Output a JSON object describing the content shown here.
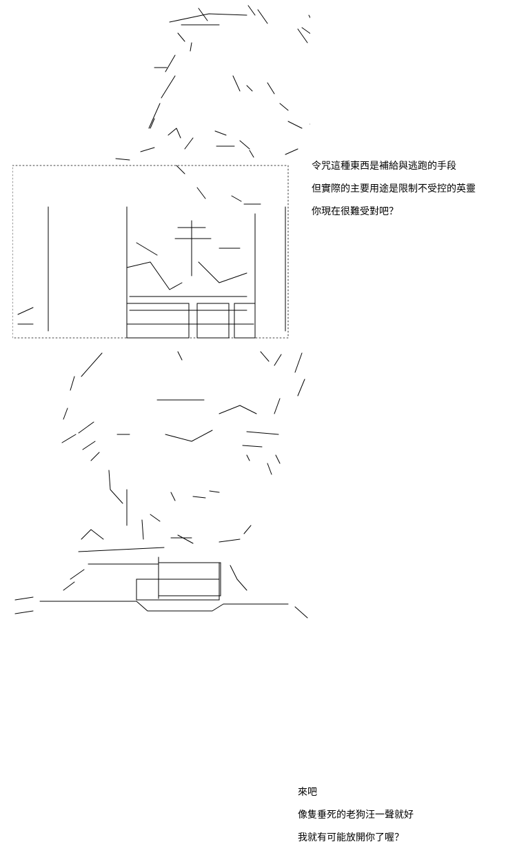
{
  "panels": [
    {
      "lines": [
        "令咒這種東西是補給與逃跑的手段",
        "但實際的主要用途是限制不受控的英靈",
        "你現在很難受對吧？"
      ]
    },
    {
      "lines": [
        "來吧",
        "像隻垂死的老狗汪一聲就好",
        "我就有可能放開你了喔？"
      ]
    }
  ]
}
